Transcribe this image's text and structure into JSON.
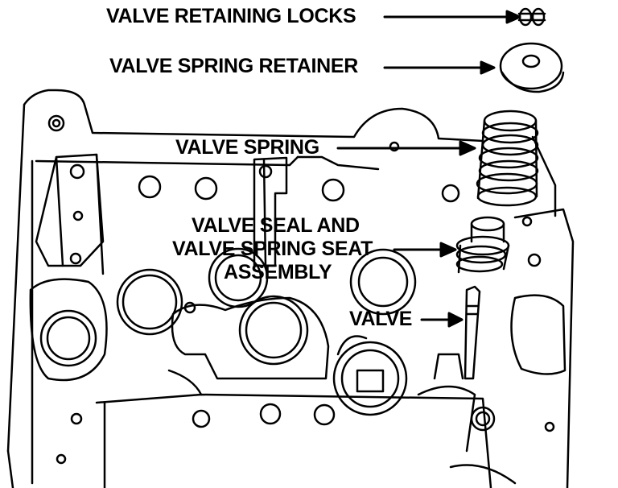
{
  "labels": {
    "retaining_locks": "VALVE RETAINING LOCKS",
    "spring_retainer": "VALVE SPRING RETAINER",
    "valve_spring": "VALVE SPRING",
    "seal_line1": "VALVE SEAL AND",
    "seal_line2": "VALVE SPRING SEAT",
    "seal_line3": "ASSEMBLY",
    "valve": "VALVE"
  },
  "colors": {
    "ink": "#000000",
    "paper": "#ffffff"
  }
}
